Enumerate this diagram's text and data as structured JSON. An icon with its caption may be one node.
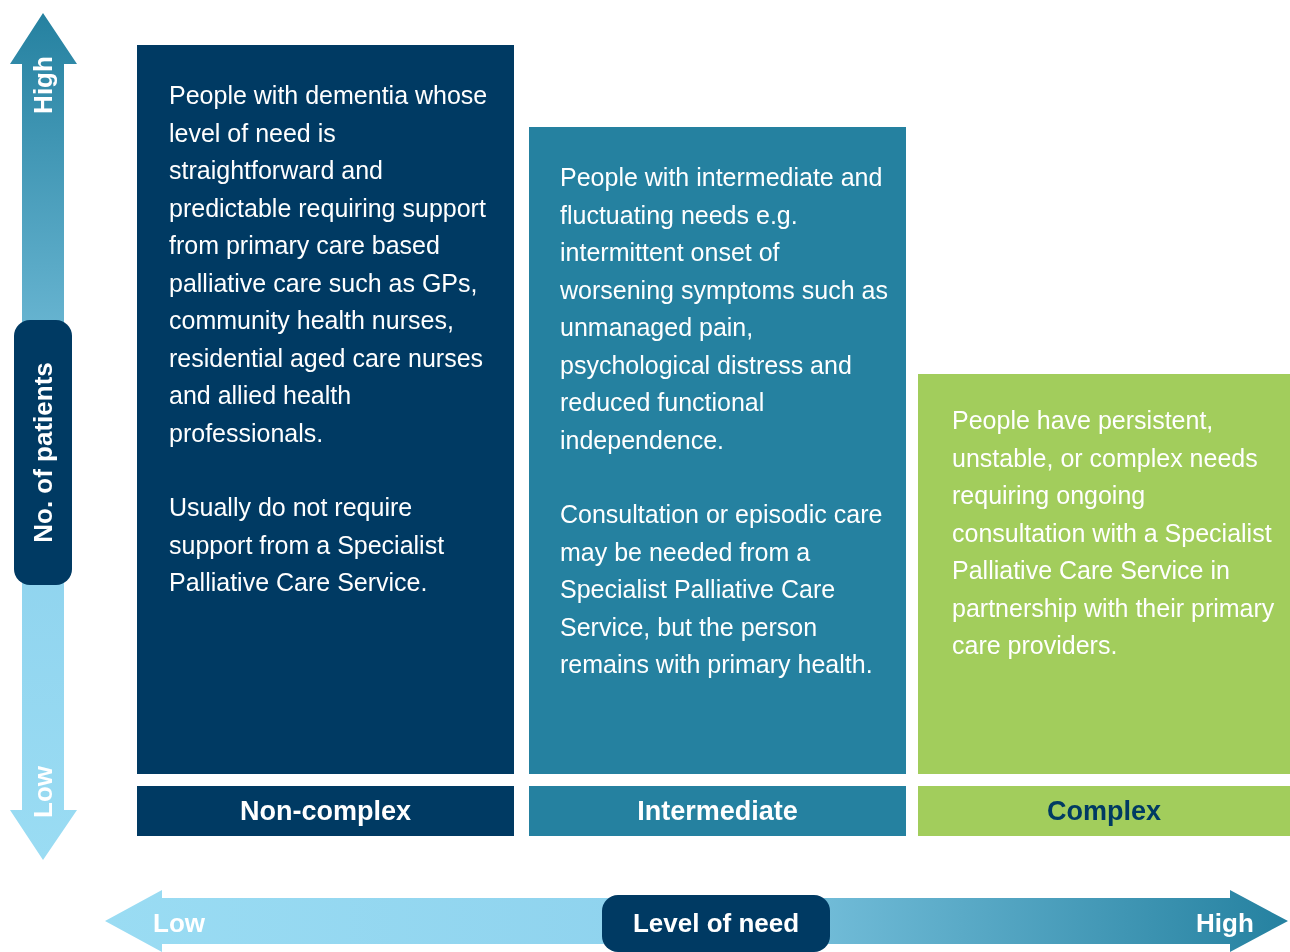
{
  "diagram": {
    "nodes": [
      {
        "text": [
          "People with dementia whose level of need is straightforward and predictable requiring support from primary care based palliative care such as GPs, community health nurses, residential aged care nurses and allied health professionals.",
          "Usually do not require support from a Specialist Palliative Care Service."
        ]
      },
      {
        "text": [
          "People with intermediate and fluctuating needs e.g. intermittent onset of worsening symptoms such as unmanaged pain, psychological distress and reduced functional independence.",
          "Consultation or episodic care may be needed from a Specialist Palliative Care Service, but the person remains with primary health."
        ]
      },
      {
        "text": [
          "People have persistent, unstable, or complex needs requiring ongoing consultation with a Specialist Palliative Care Service in partnership with their primary care providers."
        ]
      },
      {
        "text": [
          "Non-complex"
        ]
      },
      {
        "text": [
          "Intermediate"
        ]
      },
      {
        "text": [
          "Complex"
        ]
      }
    ],
    "labels": [
      "High",
      "No. of patients",
      "Low",
      "Low",
      "Level of need",
      "High"
    ]
  }
}
